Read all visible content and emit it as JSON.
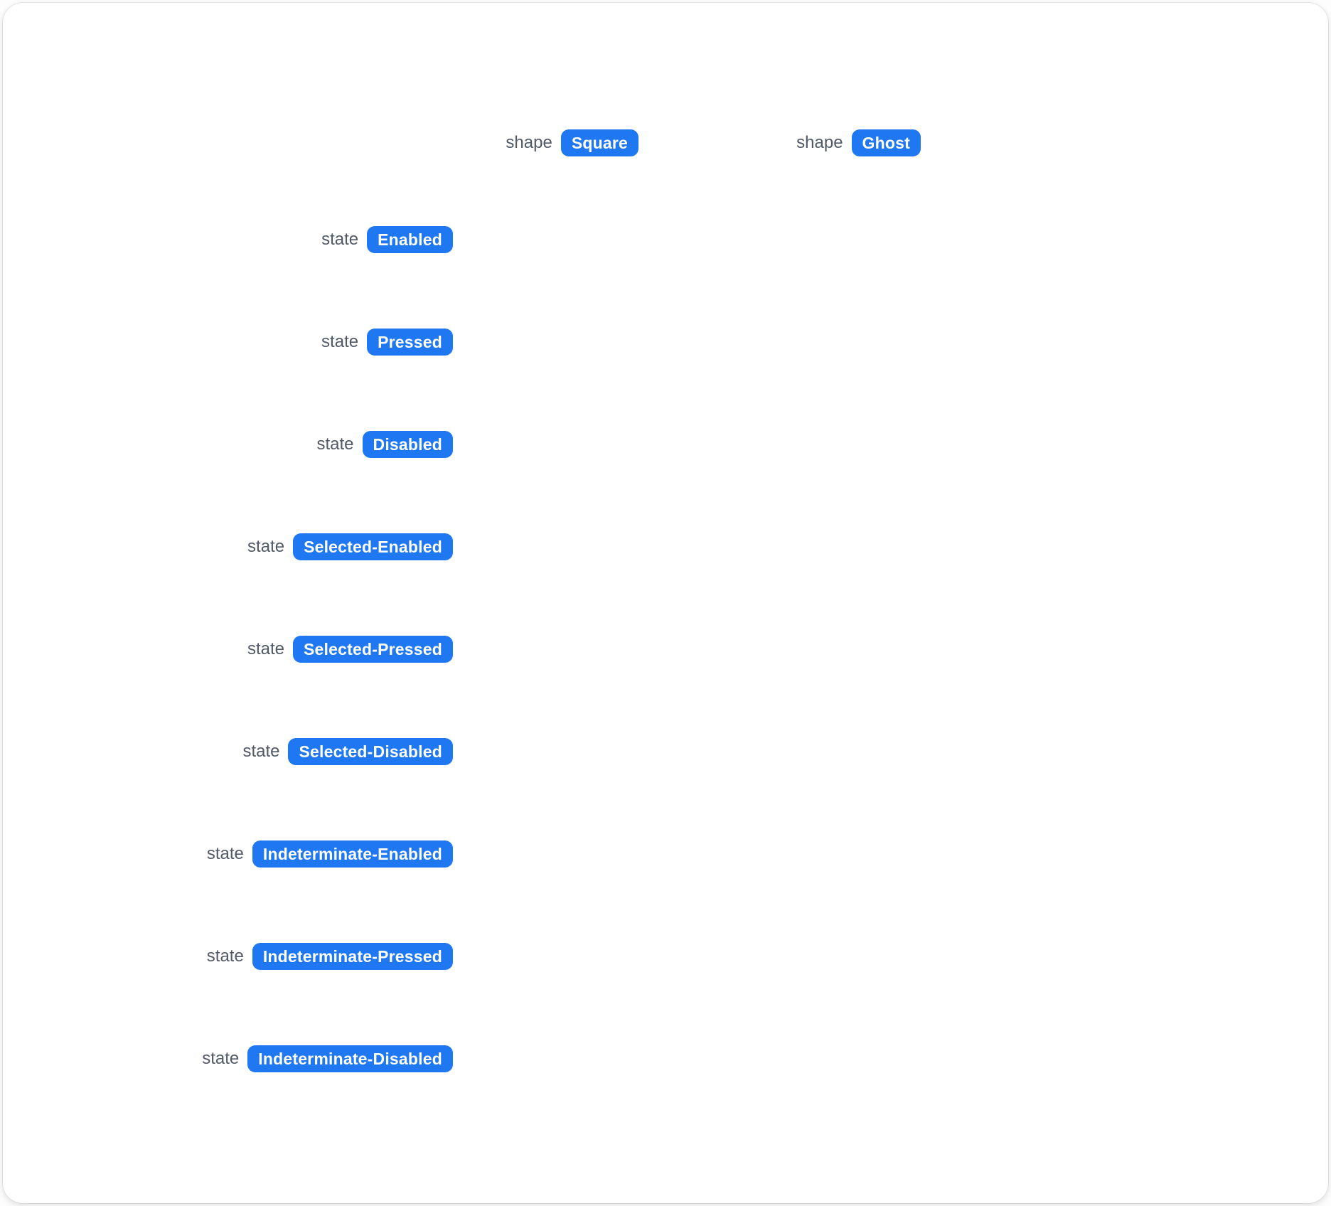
{
  "page": {
    "type": "component-state-snapshot-sheet"
  },
  "colors": {
    "badge_background": "#2077F2",
    "badge_text": "#FFFFFF",
    "param_label_text": "#515A66",
    "card_background": "#FFFFFF"
  },
  "shape_headers": [
    {
      "param": "shape",
      "value": "Square"
    },
    {
      "param": "shape",
      "value": "Ghost"
    }
  ],
  "state_rows": [
    {
      "param": "state",
      "value": "Enabled"
    },
    {
      "param": "state",
      "value": "Pressed"
    },
    {
      "param": "state",
      "value": "Disabled"
    },
    {
      "param": "state",
      "value": "Selected-Enabled"
    },
    {
      "param": "state",
      "value": "Selected-Pressed"
    },
    {
      "param": "state",
      "value": "Selected-Disabled"
    },
    {
      "param": "state",
      "value": "Indeterminate-Enabled"
    },
    {
      "param": "state",
      "value": "Indeterminate-Pressed"
    },
    {
      "param": "state",
      "value": "Indeterminate-Disabled"
    }
  ]
}
